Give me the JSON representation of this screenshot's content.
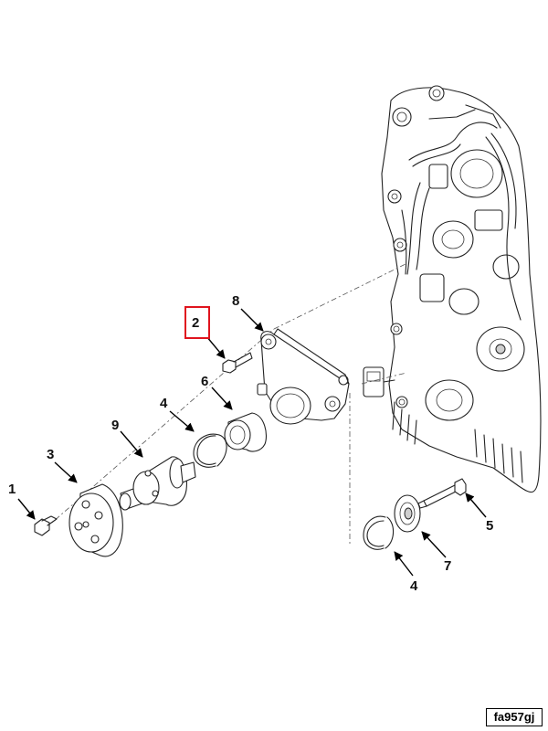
{
  "callouts": {
    "c1": "1",
    "c2": "2",
    "c3": "3",
    "c4a": "4",
    "c4b": "4",
    "c5": "5",
    "c6": "6",
    "c7": "7",
    "c8": "8",
    "c9": "9"
  },
  "highlight": {
    "callout": "2",
    "color": "#e0141e"
  },
  "figure_id": "fa957gj"
}
